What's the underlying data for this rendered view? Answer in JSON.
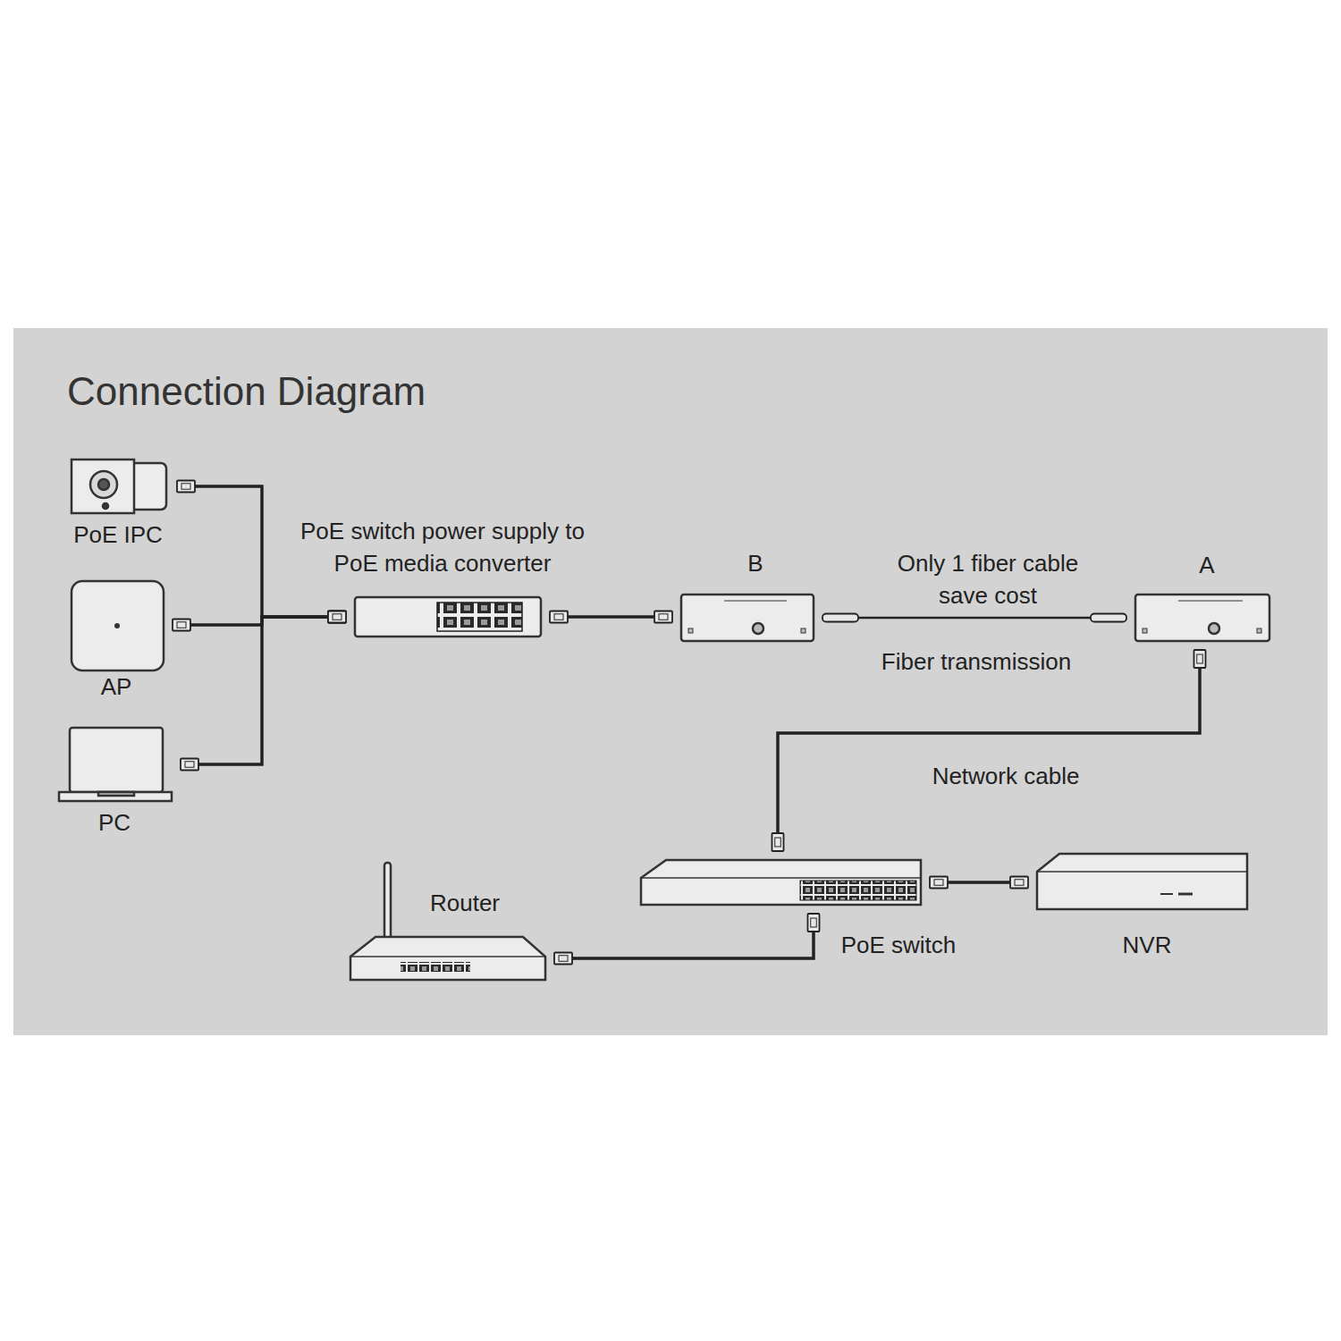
{
  "diagram": {
    "title": "Connection Diagram",
    "nodes": [
      {
        "text": [
          "PoE IPC"
        ]
      },
      {
        "text": [
          "AP"
        ]
      },
      {
        "text": [
          "PC"
        ]
      },
      {
        "text": [
          "PoE switch power supply to PoE media converter"
        ]
      },
      {
        "text": [
          "B"
        ]
      },
      {
        "text": [
          "A"
        ]
      },
      {
        "text": [
          "Router"
        ]
      },
      {
        "text": [
          "PoE switch"
        ]
      },
      {
        "text": [
          "NVR"
        ]
      }
    ],
    "edges": [
      {
        "from": 0,
        "to": 3,
        "arrow": "none"
      },
      {
        "from": 1,
        "to": 3,
        "arrow": "none"
      },
      {
        "from": 2,
        "to": 3,
        "arrow": "none"
      },
      {
        "from": 3,
        "to": 4,
        "arrow": "none"
      },
      {
        "from": 4,
        "to": 5,
        "label": "Only 1 fiber cable save cost",
        "arrow": "none"
      },
      {
        "from": 5,
        "to": 7,
        "label": "Network cable",
        "arrow": "none"
      },
      {
        "from": 6,
        "to": 7,
        "arrow": "none"
      },
      {
        "from": 7,
        "to": 8,
        "arrow": "none"
      }
    ],
    "labels": [
      "Fiber transmission"
    ]
  }
}
